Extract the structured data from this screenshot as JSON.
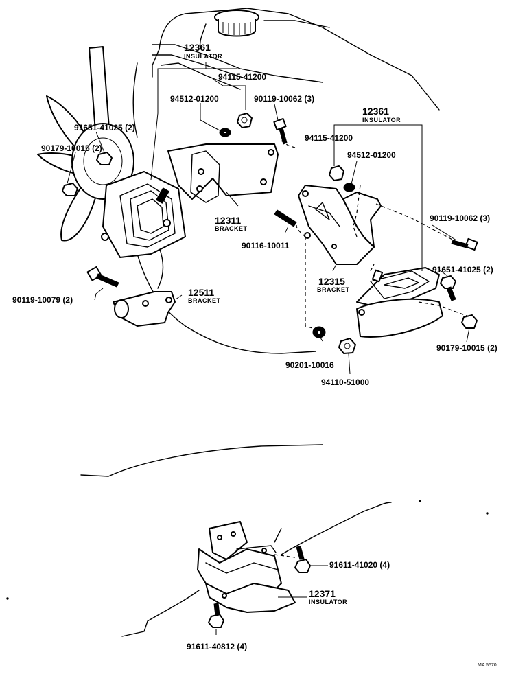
{
  "labels": {
    "l12361a": "12361",
    "l12361a_sub": "INSULATOR",
    "l94115a": "94115-41200",
    "l94512a": "94512-01200",
    "l90119a": "90119-10062 (3)",
    "l91651a": "91651-41025 (2)",
    "l90179a": "90179-10015 (2)",
    "l12361b": "12361",
    "l12361b_sub": "INSULATOR",
    "l94115b": "94115-41200",
    "l94512b": "94512-01200",
    "l12311": "12311",
    "l12311_sub": "BRACKET",
    "l90116": "90116-10011",
    "l90119b": "90119-10062 (3)",
    "l91651b": "91651-41025 (2)",
    "l12315": "12315",
    "l12315_sub": "BRACKET",
    "l90119c": "90119-10079 (2)",
    "l12511": "12511",
    "l12511_sub": "BRACKET",
    "l90179b": "90179-10015 (2)",
    "l90201": "90201-10016",
    "l94110": "94110-51000",
    "l91611a": "91611-41020 (4)",
    "l12371": "12371",
    "l12371_sub": "INSULATOR",
    "l91611b": "91611-40812 (4)",
    "ref": "MA 5570"
  }
}
